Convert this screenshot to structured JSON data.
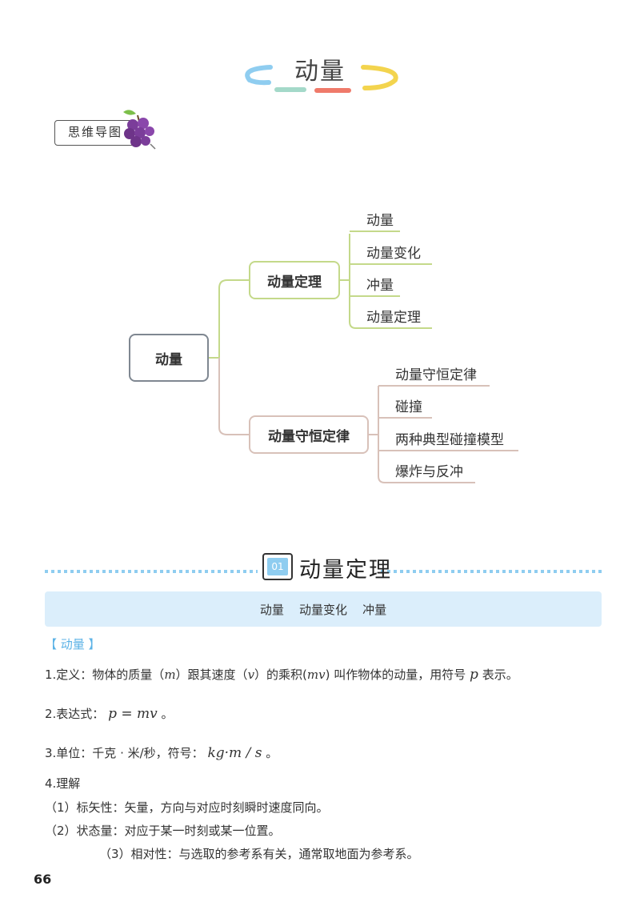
{
  "title": "动量",
  "mindmap_badge": "思维导图",
  "mindmap": {
    "root": "动量",
    "branch1": {
      "label": "动量定理",
      "leaves": [
        "动量",
        "动量变化",
        "冲量",
        "动量定理"
      ]
    },
    "branch2": {
      "label": "动量守恒定律",
      "leaves": [
        "动量守恒定律",
        "碰撞",
        "两种典型碰撞模型",
        "爆炸与反冲"
      ]
    }
  },
  "section": {
    "number": "01",
    "title": "动量定理",
    "topics": "动量    动量变化    冲量"
  },
  "subsection": "【 动量 】",
  "content": {
    "def_pre": "1.定义：物体的质量（",
    "def_m": "m",
    "def_mid1": "）跟其速度（",
    "def_v": "v",
    "def_mid2": "）的乘积(",
    "def_mv": "mv",
    "def_mid3": ") 叫作物体的动量，用符号",
    "def_p": "p",
    "def_post": "表示。",
    "expr_pre": "2.表达式：",
    "expr_math": "p = mv",
    "expr_post": "。",
    "unit_pre": "3.单位：千克 · 米/秒，符号：",
    "unit_math": "kg·m / s",
    "unit_post": "。",
    "understand": "4.理解",
    "item1": "（1）标矢性：矢量，方向与对应时刻瞬时速度同向。",
    "item2": "（2）状态量：对应于某一时刻或某一位置。",
    "item3": "（3）相对性：与选取的参考系有关，通常取地面为参考系。"
  },
  "page_number": "66",
  "colors": {
    "branch1_line": "#c4d98a",
    "branch2_line": "#d8c1b9",
    "root_border": "#7f8791",
    "topic_bar": "#dbeefb",
    "accent_blue": "#5bb2e6",
    "dotted_line": "#8fcdf0"
  }
}
